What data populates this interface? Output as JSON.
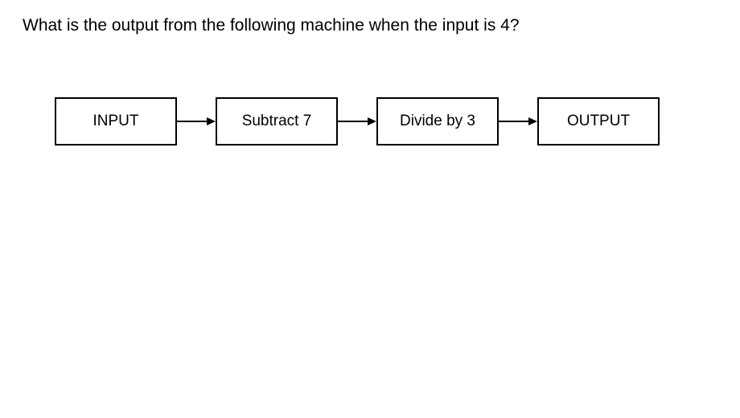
{
  "question": "What is the output from the following machine when the input is 4?",
  "diagram": {
    "type": "function-machine-flow",
    "boxes": [
      {
        "label": "INPUT"
      },
      {
        "label": "Subtract 7"
      },
      {
        "label": "Divide by 3"
      },
      {
        "label": "OUTPUT"
      }
    ],
    "arrow_direction": "right"
  },
  "colors": {
    "background": "#ffffff",
    "line": "#000000",
    "text": "#000000"
  }
}
